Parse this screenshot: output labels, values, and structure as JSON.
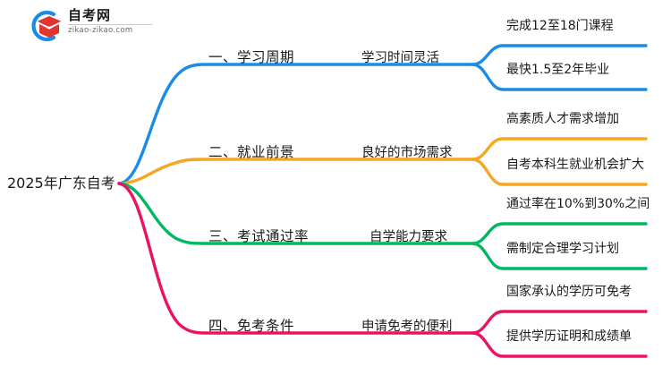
{
  "logo": {
    "name": "zikao-logo",
    "title": "自考网",
    "domain": "zikao-zikao.com",
    "mark_arc_color": "#1a8ce8",
    "mark_cap_color": "#e2352f"
  },
  "mindmap": {
    "root": {
      "label": "2025年广东自考"
    },
    "branches": [
      {
        "index": "1",
        "color": "#1a8ce8",
        "topic": "一、学习周期",
        "subtopic": "学习时间灵活",
        "leaves": [
          "完成12至18门课程",
          "最快1.5至2年毕业"
        ]
      },
      {
        "index": "2",
        "color": "#f5a623",
        "topic": "二、就业前景",
        "subtopic": "良好的市场需求",
        "leaves": [
          "高素质人才需求增加",
          "自考本科生就业机会扩大"
        ]
      },
      {
        "index": "3",
        "color": "#00b862",
        "topic": "三、考试通过率",
        "subtopic": "自学能力要求",
        "leaves": [
          "通过率在10%到30%之间",
          "需制定合理学习计划"
        ]
      },
      {
        "index": "4",
        "color": "#ed1164",
        "topic": "四、免考条件",
        "subtopic": "申请免考的便利",
        "leaves": [
          "国家承认的学历可免考",
          "提供学历证明和成绩单"
        ]
      }
    ]
  }
}
